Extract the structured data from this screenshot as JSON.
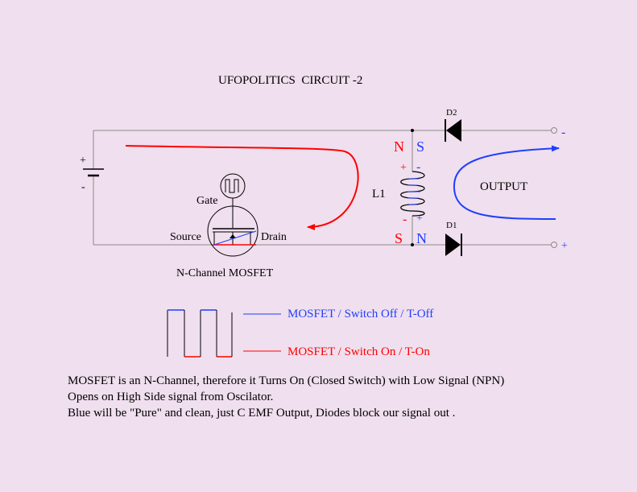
{
  "title": "UFOPOLITICS  CIRCUIT -2",
  "labels": {
    "battery_plus": "+",
    "battery_minus": "-",
    "gate": "Gate",
    "source": "Source",
    "drain": "Drain",
    "mosfet_caption": "N-Channel MOSFET",
    "coil": "L1",
    "coil_top_left_pole": "N",
    "coil_top_right_pole": "S",
    "coil_top_plus": "+",
    "coil_top_minus": "-",
    "coil_bottom_minus": "-",
    "coil_bottom_plus": "+",
    "coil_bottom_left_pole": "S",
    "coil_bottom_right_pole": "N",
    "diode_top": "D2",
    "diode_bottom": "D1",
    "output": "OUTPUT",
    "output_minus": "-",
    "output_plus": "+"
  },
  "legend": {
    "off": "MOSFET / Switch Off / T-Off",
    "on": "MOSFET / Switch On / T-On"
  },
  "notes": [
    "MOSFET is an N-Channel, therefore it Turns On (Closed Switch) with Low Signal (NPN)",
    "Opens on High Side signal from Oscilator.",
    " Blue will be \"Pure\" and clean, just C EMF Output, Diodes block our signal out  ."
  ],
  "colors": {
    "background": "#f0dfee",
    "wire": "#8a8a8a",
    "red": "#ff0000",
    "blue": "#1f3fff",
    "ink": "#000000"
  }
}
